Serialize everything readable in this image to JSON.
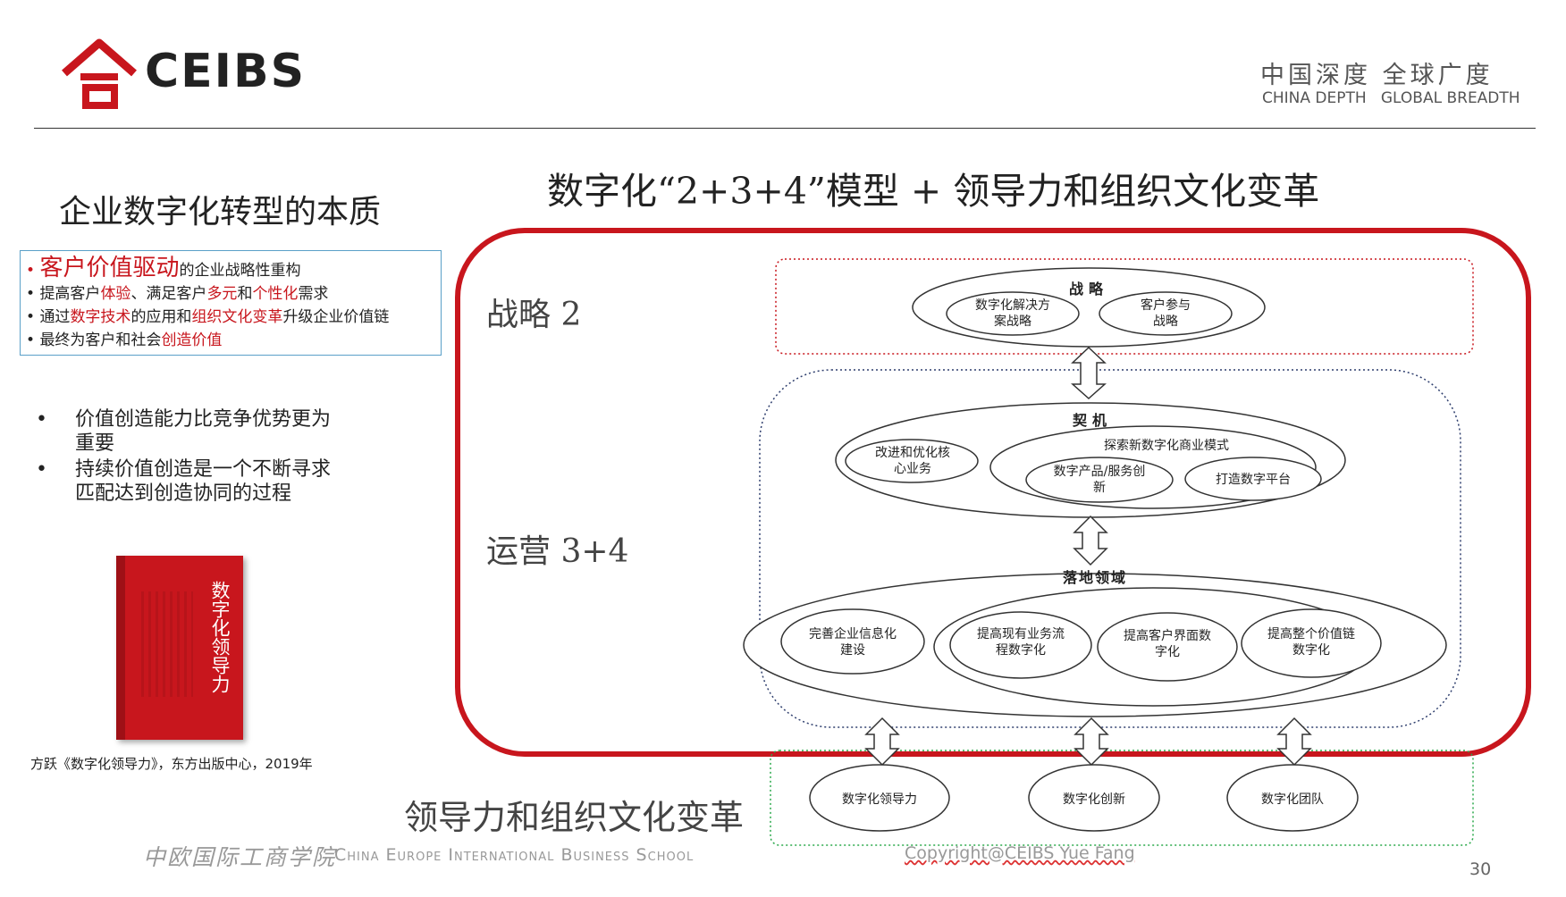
{
  "header": {
    "logo_text": "CEIBS",
    "tagline_cn": "中国深度 全球广度",
    "tagline_en": "CHINA DEPTH   GLOBAL BREADTH"
  },
  "left": {
    "title": "企业数字化转型的本质",
    "box": {
      "line1": {
        "highlight": "客户价值驱动",
        "rest": "的企业战略性重构"
      },
      "line2": {
        "p1": "提高客户",
        "h1": "体验",
        "p2": "、满足客户",
        "h2": "多元",
        "p3": "和",
        "h3": "个性化",
        "p4": "需求"
      },
      "line3": {
        "p1": "通过",
        "h1": "数字技术",
        "p2": "的应用和",
        "h2": "组织文化变革",
        "p3": "升级企业价值链"
      },
      "line4": {
        "p1": "最终为客户和社会",
        "h1": "创造价值"
      }
    },
    "bullets": [
      "价值创造能力比竞争优势更为重要",
      "持续价值创造是一个不断寻求匹配达到创造协同的过程"
    ],
    "book": {
      "title": "数字化领导力",
      "caption": "方跃《数字化领导力》，东方出版中心，2019年"
    }
  },
  "main_title": "数字化“2+3+4”模型 + 领导力和组织文化变革",
  "diagram": {
    "label_strategy": "战略 2",
    "label_operation": "运营 3+4",
    "label_leadership": "领导力和组织文化变革",
    "strategy": {
      "header": "战略",
      "items": [
        "数字化解决方案战略",
        "客户参与战略"
      ]
    },
    "opportunity": {
      "header": "契机",
      "left_item": "改进和优化核心业务",
      "explore_header": "探索新数字化商业模式",
      "explore_items": [
        "数字产品/服务创新",
        "打造数字平台"
      ]
    },
    "domain": {
      "header": "落地领域",
      "items": [
        "完善企业信息化建设",
        "提高现有业务流程数字化",
        "提高客户界面数字化",
        "提高整个价值链数字化"
      ]
    },
    "leadership_items": [
      "数字化领导力",
      "数字化创新",
      "数字化团队"
    ],
    "colors": {
      "red": "#c8161d",
      "blue_dotted": "#2f3f6e",
      "green_dotted": "#2aa84a"
    }
  },
  "footer": {
    "school_cn": "中欧国际工商学院",
    "school_en": "China Europe International Business School",
    "copyright": "Copyright@CEIBS Yue Fang",
    "page_number": "30"
  }
}
